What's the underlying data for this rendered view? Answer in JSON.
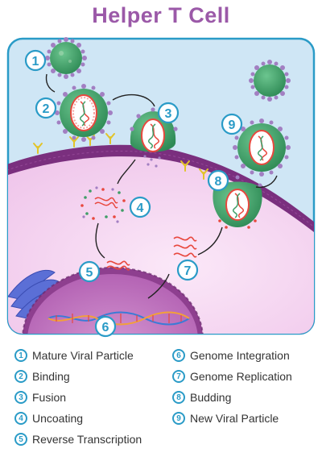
{
  "title": "Helper T Cell",
  "steps": [
    {
      "num": "1",
      "label": "Mature Viral Particle"
    },
    {
      "num": "2",
      "label": "Binding"
    },
    {
      "num": "3",
      "label": "Fusion"
    },
    {
      "num": "4",
      "label": "Uncoating"
    },
    {
      "num": "5",
      "label": "Reverse Transcription"
    },
    {
      "num": "6",
      "label": "Genome Integration"
    },
    {
      "num": "7",
      "label": "Genome Replication"
    },
    {
      "num": "8",
      "label": "Budding"
    },
    {
      "num": "9",
      "label": "New Viral Particle"
    }
  ],
  "colors": {
    "title": "#9b59a8",
    "badge": "#2a9bc7",
    "outside": "#cfe6f5",
    "membrane": "#7a2f7e",
    "cytoplasm": "#f6d4f2",
    "nucleus": "#c97ec8",
    "virus": "#3f9e67",
    "spike": "#a27fc2",
    "rna": "#e8483e",
    "receptor": "#e2c42a"
  }
}
